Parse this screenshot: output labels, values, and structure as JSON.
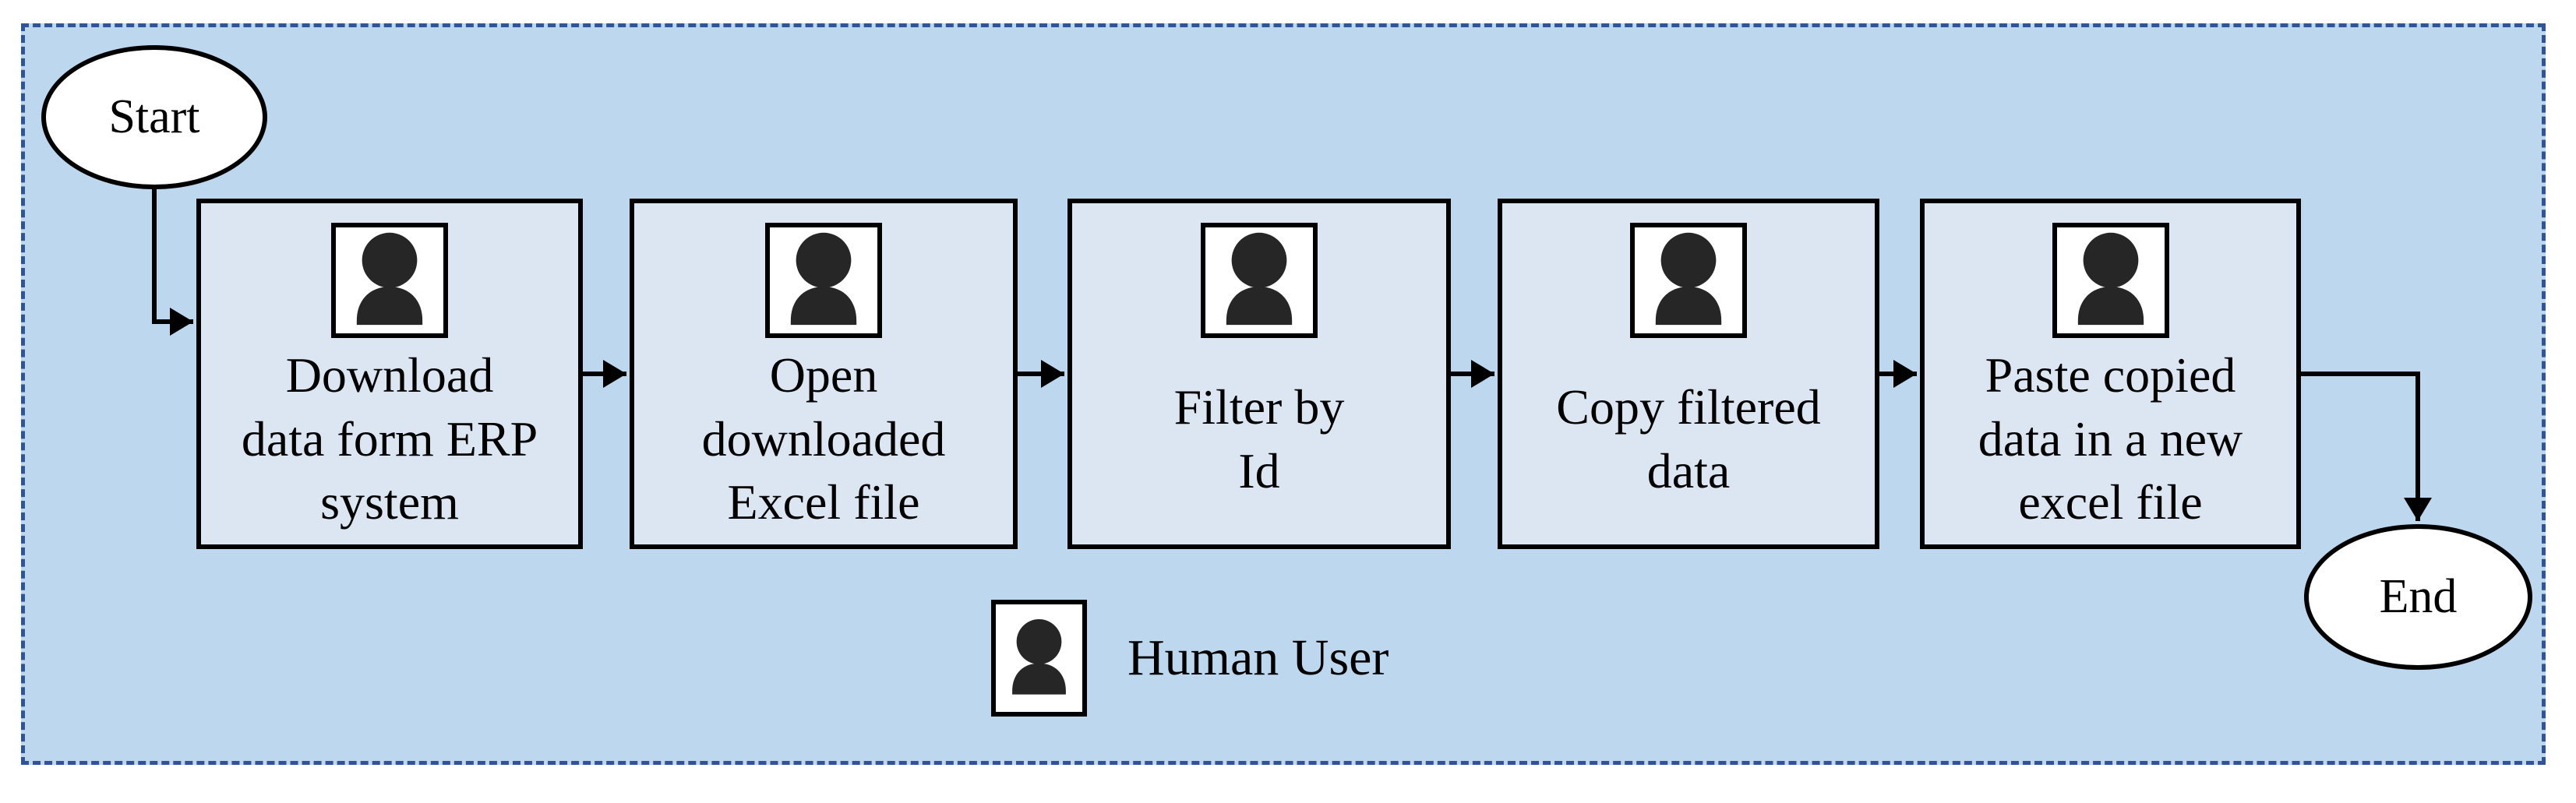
{
  "flowchart": {
    "start": {
      "label": "Start"
    },
    "end": {
      "label": "End"
    },
    "steps": [
      {
        "icon": "human-user-icon",
        "label": "Download\ndata form ERP\nsystem"
      },
      {
        "icon": "human-user-icon",
        "label": "Open\ndownloaded\nExcel file"
      },
      {
        "icon": "human-user-icon",
        "label": "Filter by\nId"
      },
      {
        "icon": "human-user-icon",
        "label": "Copy filtered\ndata"
      },
      {
        "icon": "human-user-icon",
        "label": "Paste copied\ndata in a new\nexcel file"
      }
    ],
    "legend": {
      "icon": "human-user-icon",
      "label": "Human User"
    },
    "colors": {
      "container_fill": "#bdd7ee",
      "container_border": "#2f5597",
      "step_fill": "#dce6f2",
      "node_border": "#000000",
      "terminator_fill": "#ffffff",
      "icon_color": "#262626",
      "arrow_color": "#000000"
    }
  }
}
